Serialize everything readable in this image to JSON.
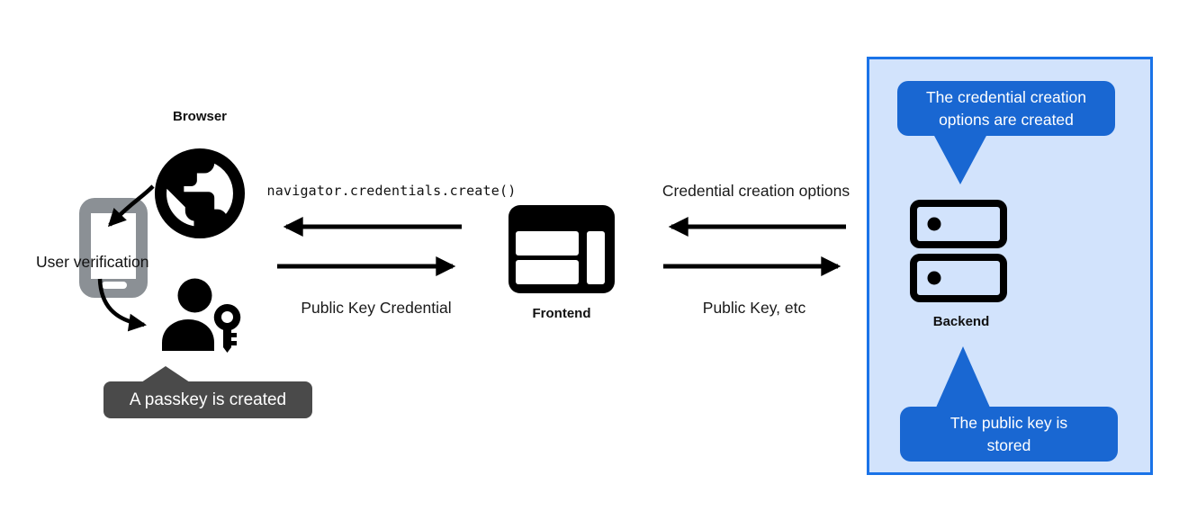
{
  "colors": {
    "panel_border": "#1a73e8",
    "panel_background": "#d2e3fc",
    "bubble_blue": "#1967d2",
    "tooltip_gray": "#4a4a4a",
    "phone_gray": "#8b9095",
    "icon_black": "#000000",
    "text_black": "#111111",
    "bubble_text_white": "#ffffff"
  },
  "browser_section": {
    "browser_label": "Browser",
    "user_verification_label": "User verification",
    "passkey_tooltip_text": "A passkey is created",
    "icons": [
      "globe-icon",
      "smartphone-icon",
      "person-key-icon"
    ]
  },
  "frontend_section": {
    "frontend_label": "Frontend",
    "icon": "browser-window-icon"
  },
  "backend_panel": {
    "backend_label": "Backend",
    "icon": "server-icon",
    "top_bubble_text": "The credential creation options are created",
    "bottom_bubble_text": "The public key is stored"
  },
  "arrow_labels": {
    "frontend_to_browser": "navigator.credentials.create()",
    "browser_to_frontend": "Public Key Credential",
    "backend_to_frontend": "Credential creation options",
    "frontend_to_backend": "Public Key, etc"
  }
}
